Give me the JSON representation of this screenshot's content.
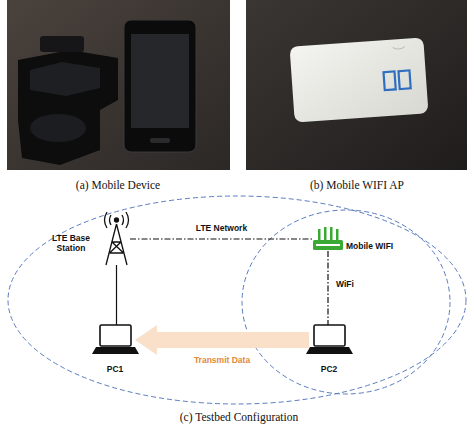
{
  "diagram": {
    "nodes": [
      {
        "text": [
          "LTE Base Station"
        ]
      },
      {
        "text": [
          "Mobile WIFI"
        ]
      },
      {
        "text": [
          "PC1"
        ]
      },
      {
        "text": [
          "PC2"
        ]
      }
    ],
    "edges": [
      {
        "from": 0,
        "to": 1,
        "label": "LTE Network",
        "arrow": "none"
      },
      {
        "from": 1,
        "to": 3,
        "label": "WiFi",
        "arrow": "none"
      },
      {
        "from": 0,
        "to": 2,
        "arrow": "none"
      },
      {
        "from": 3,
        "to": 2,
        "label": "Transmit Data",
        "arrow": "to"
      }
    ],
    "labels": [
      "(a) Mobile Device",
      "(b) Mobile WIFI AP",
      "(c) Testbed Configuration"
    ]
  }
}
